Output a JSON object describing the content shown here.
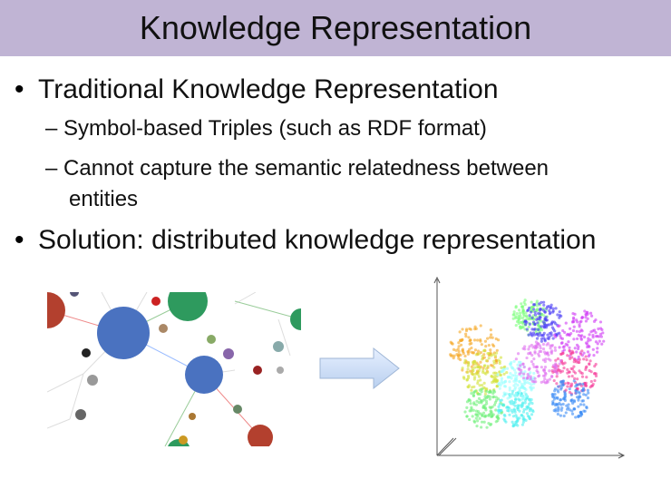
{
  "slide": {
    "title": "Knowledge Representation",
    "bullets": [
      {
        "text": "Traditional Knowledge Representation",
        "sub": [
          "Symbol-based Triples (such as RDF format)",
          "Cannot capture the semantic relatedness between",
          "entities"
        ]
      },
      {
        "text": "Solution: distributed knowledge representation"
      }
    ]
  },
  "colors": {
    "title_bg": "#c0b4d4",
    "node_blue": "#4a72c0",
    "node_green": "#2e9a5e",
    "node_red": "#b3402e",
    "arrow": "#c9dcf4"
  }
}
